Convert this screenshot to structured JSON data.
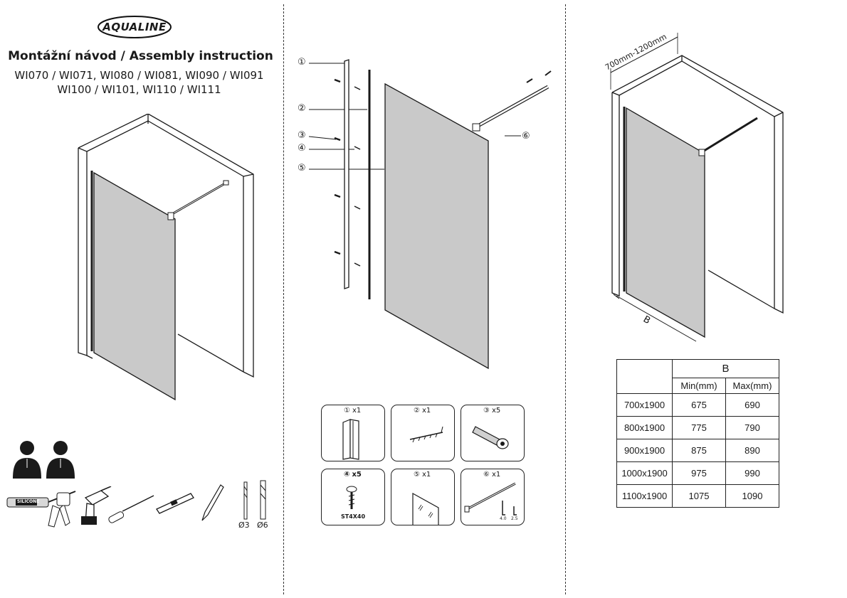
{
  "brand": {
    "logo_text": "AQUALINE"
  },
  "header": {
    "title": "Montážní návod / Assembly instruction",
    "models_line1": "WI070 / WI071, WI080 / WI081, WI090 / WI091",
    "models_line2": "WI100 / WI101, WI110 / WI111"
  },
  "tools": {
    "silicone_label": "SILICONE",
    "drill_bit_1": "Ø3",
    "drill_bit_2": "Ø6"
  },
  "callouts": [
    "①",
    "②",
    "③",
    "④",
    "⑤",
    "⑥"
  ],
  "parts": [
    {
      "id": "①",
      "qty": "x1",
      "caption": ""
    },
    {
      "id": "②",
      "qty": "x1",
      "caption": ""
    },
    {
      "id": "③",
      "qty": "x5",
      "caption": ""
    },
    {
      "id": "④",
      "qty": "x5",
      "caption": "ST4X40"
    },
    {
      "id": "⑤",
      "qty": "x1",
      "caption": ""
    },
    {
      "id": "⑥",
      "qty": "x1",
      "caption": "",
      "key_1": "4.0",
      "key_2": "2.5"
    }
  ],
  "dimension": {
    "depth_label": "700mm-1200mm",
    "width_label": "B"
  },
  "size_table": {
    "header_group": "B",
    "min_header": "Min(mm)",
    "max_header": "Max(mm)",
    "rows": [
      {
        "size": "700x1900",
        "min": "675",
        "max": "690"
      },
      {
        "size": "800x1900",
        "min": "775",
        "max": "790"
      },
      {
        "size": "900x1900",
        "min": "875",
        "max": "890"
      },
      {
        "size": "1000x1900",
        "min": "975",
        "max": "990"
      },
      {
        "size": "1100x1900",
        "min": "1075",
        "max": "1090"
      }
    ]
  },
  "colors": {
    "glass": "#c9c9c9",
    "line": "#1a1a1a"
  }
}
